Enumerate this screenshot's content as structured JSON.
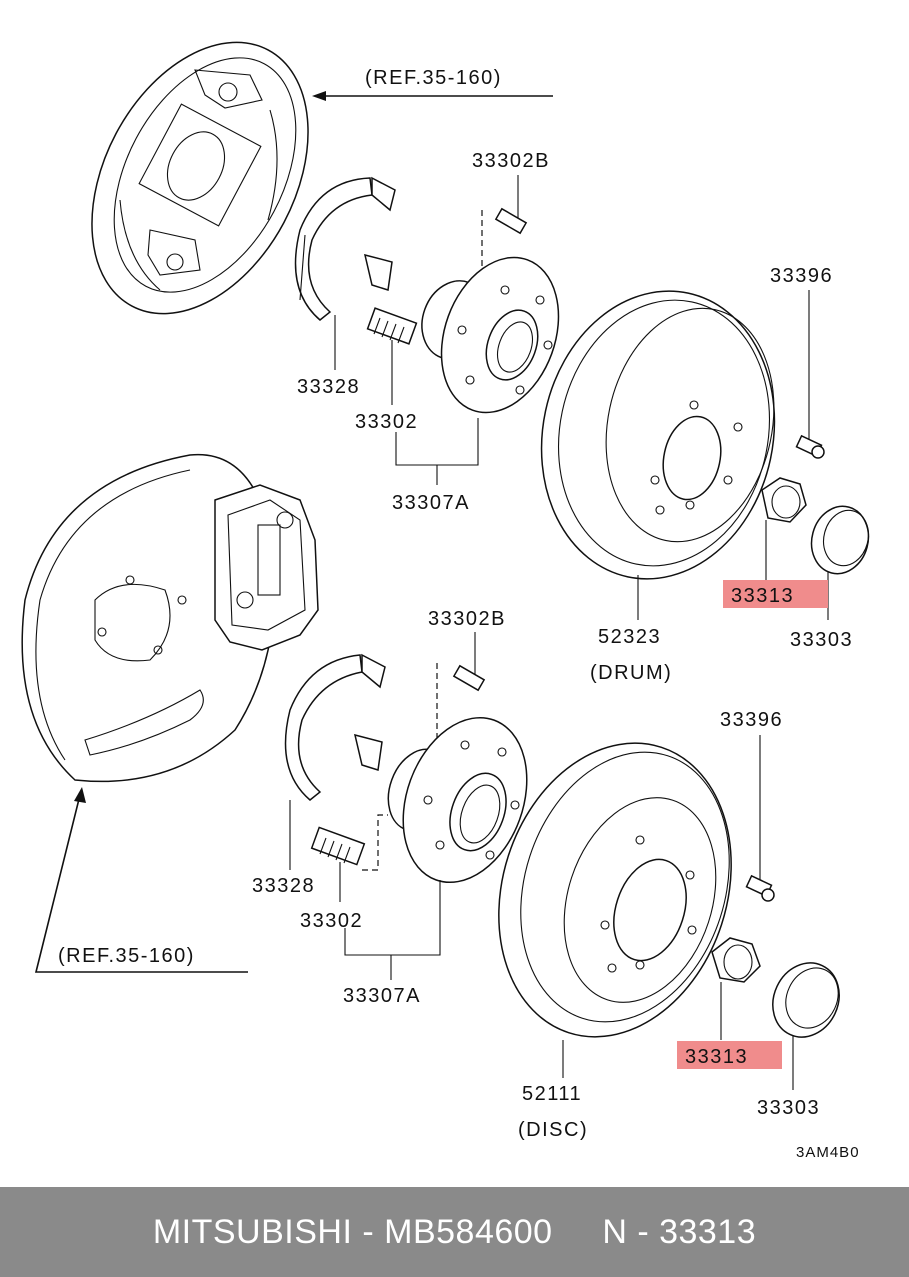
{
  "diagram": {
    "labels": {
      "ref_top": "(REF.35-160)",
      "drum_bolt_top": "33302B",
      "drum_bolt_right": "33396",
      "drum_spacer": "33328",
      "drum_stud": "33302",
      "drum_hub": "33307A",
      "drum_part": "52323",
      "drum_caption": "(DRUM)",
      "drum_nut": "33313",
      "drum_cap": "33303",
      "disc_bolt_top": "33302B",
      "disc_bolt_right": "33396",
      "disc_spacer": "33328",
      "disc_stud": "33302",
      "disc_hub": "33307A",
      "disc_part": "52111",
      "disc_caption": "(DISC)",
      "disc_nut": "33313",
      "disc_cap": "33303",
      "ref_bottom": "(REF.35-160)",
      "drawing_code": "3AM4B0"
    },
    "highlight_color": "#f08c8c"
  },
  "footer": {
    "text": "MITSUBISHI - MB584600     N - 33313",
    "background": "#8a8a8a"
  }
}
